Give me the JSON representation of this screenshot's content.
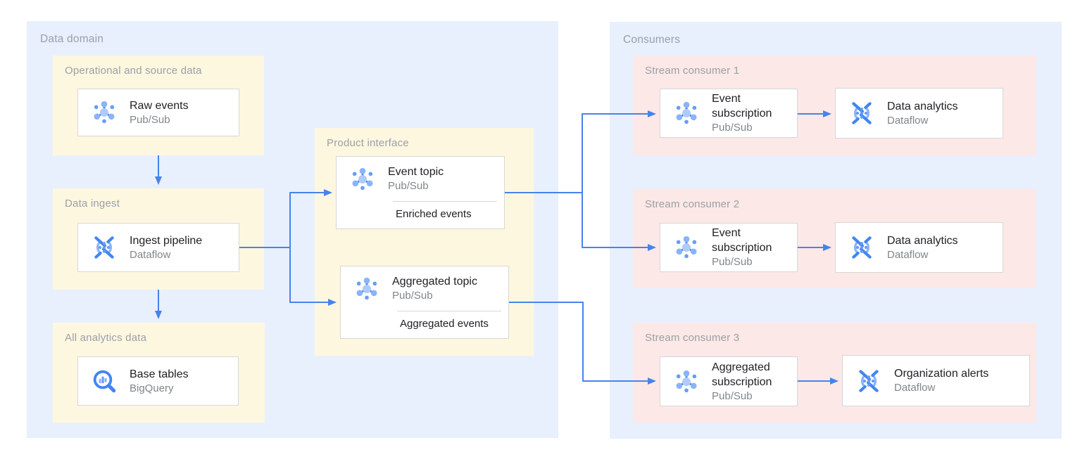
{
  "panels": {
    "data_domain": {
      "title": "Data domain"
    },
    "consumers": {
      "title": "Consumers"
    }
  },
  "zones": {
    "operational": {
      "title": "Operational and source data"
    },
    "data_ingest": {
      "title": "Data ingest"
    },
    "all_analytics": {
      "title": "All analytics data"
    },
    "product_interface": {
      "title": "Product interface"
    },
    "stream_consumer_1": {
      "title": "Stream consumer 1"
    },
    "stream_consumer_2": {
      "title": "Stream consumer 2"
    },
    "stream_consumer_3": {
      "title": "Stream consumer 3"
    }
  },
  "cards": {
    "raw_events": {
      "title": "Raw events",
      "subtitle": "Pub/Sub",
      "icon": "pubsub-icon"
    },
    "ingest_pipeline": {
      "title": "Ingest pipeline",
      "subtitle": "Dataflow",
      "icon": "dataflow-icon"
    },
    "base_tables": {
      "title": "Base tables",
      "subtitle": "BigQuery",
      "icon": "bigquery-icon"
    },
    "event_topic": {
      "title": "Event topic",
      "subtitle": "Pub/Sub",
      "footer": "Enriched events",
      "icon": "pubsub-icon"
    },
    "aggregated_topic": {
      "title": "Aggregated topic",
      "subtitle": "Pub/Sub",
      "footer": "Aggregated events",
      "icon": "pubsub-icon"
    },
    "event_subscription_1": {
      "title": "Event subscription",
      "subtitle": "Pub/Sub",
      "icon": "pubsub-icon"
    },
    "data_analytics_1": {
      "title": "Data analytics",
      "subtitle": "Dataflow",
      "icon": "dataflow-icon"
    },
    "event_subscription_2": {
      "title": "Event subscription",
      "subtitle": "Pub/Sub",
      "icon": "pubsub-icon"
    },
    "data_analytics_2": {
      "title": "Data analytics",
      "subtitle": "Dataflow",
      "icon": "dataflow-icon"
    },
    "aggregated_subscription": {
      "title": "Aggregated subscription",
      "subtitle": "Pub/Sub",
      "icon": "pubsub-icon"
    },
    "organization_alerts": {
      "title": "Organization alerts",
      "subtitle": "Dataflow",
      "icon": "dataflow-icon"
    }
  },
  "colors": {
    "panel_blue": "#e8f0fe",
    "zone_yellow": "#fef7e0",
    "zone_pink": "#fce8e6",
    "arrow_blue": "#4683ec",
    "card_border": "#d5d7da",
    "card_title_text": "#202124",
    "muted_label_text": "#9aa0a6",
    "subtitle_text": "#80868b",
    "icon_blue_dark": "#4285f4",
    "icon_blue_mid": "#669df6",
    "icon_blue_light": "#aecbfa"
  }
}
